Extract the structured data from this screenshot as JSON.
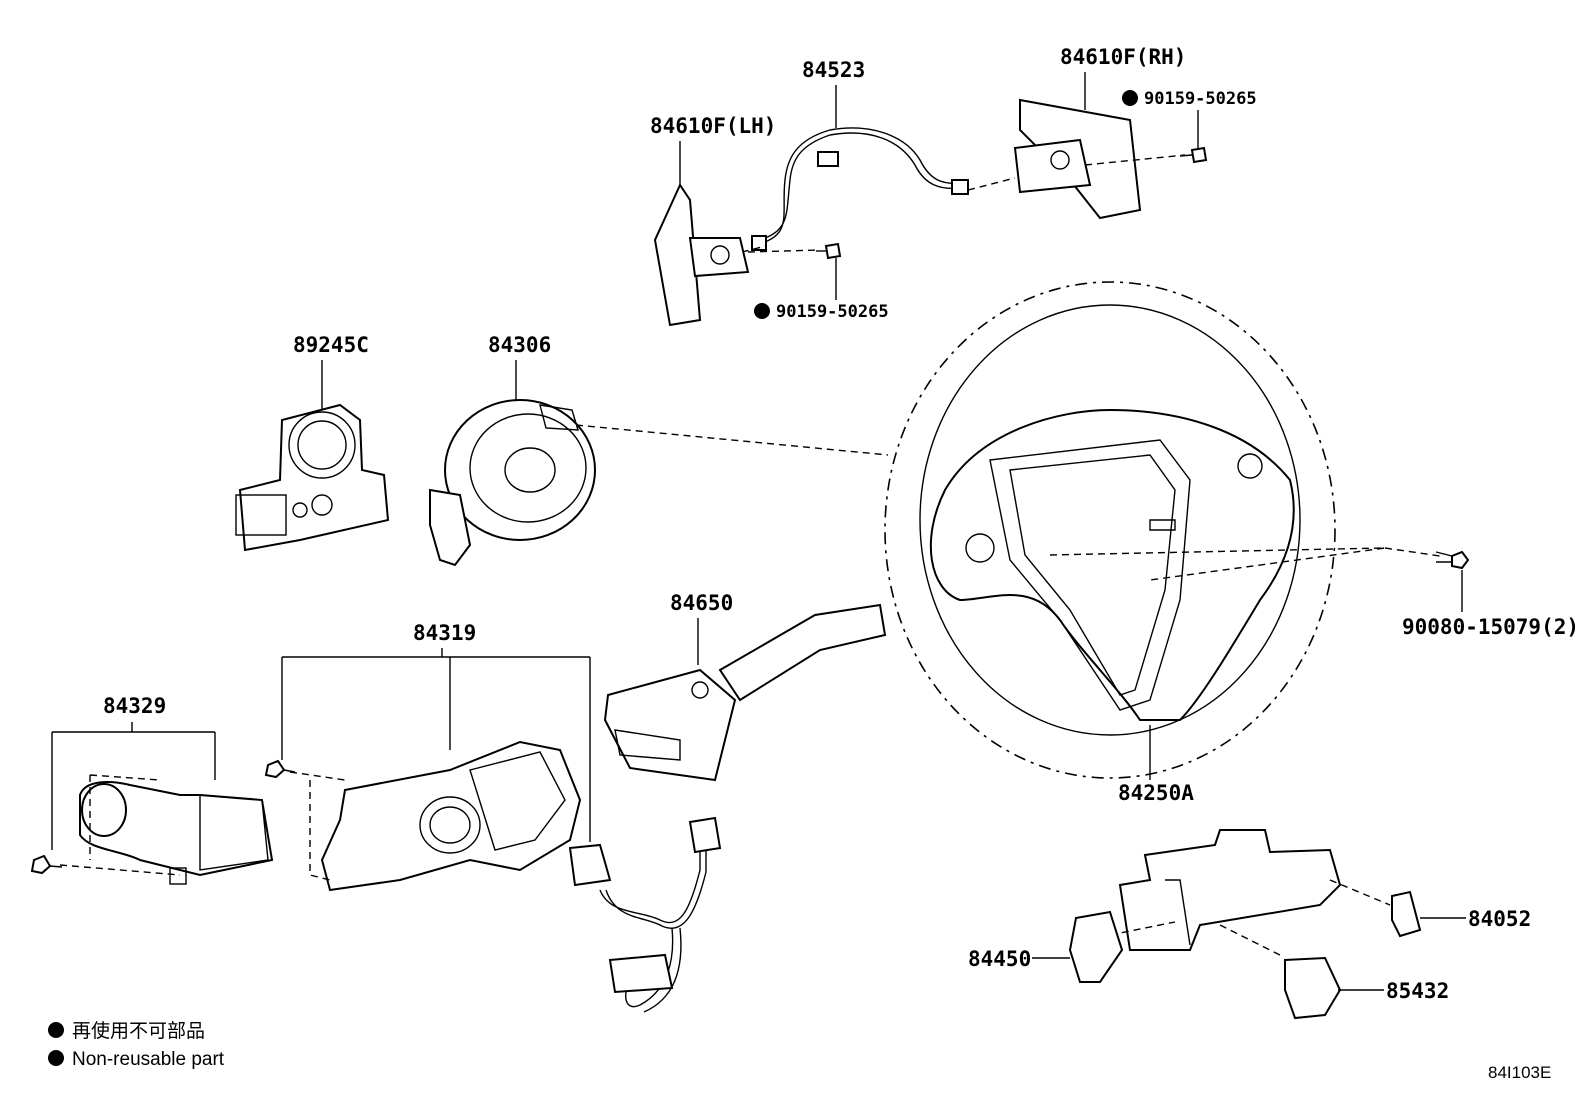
{
  "labels": {
    "p84523": "84523",
    "p84610f_rh": "84610F(RH)",
    "p84610f_lh": "84610F(LH)",
    "p90159_top": "90159-50265",
    "p90159_bottom": "90159-50265",
    "p89245c": "89245C",
    "p84306": "84306",
    "p90080": "90080-15079(2)",
    "p84650": "84650",
    "p84319": "84319",
    "p84329": "84329",
    "p84250a": "84250A",
    "p84052": "84052",
    "p84450": "84450",
    "p85432": "85432"
  },
  "legend": {
    "line1": "再使用不可部品",
    "line2": "Non-reusable part"
  },
  "diagram_code": "84I103E"
}
